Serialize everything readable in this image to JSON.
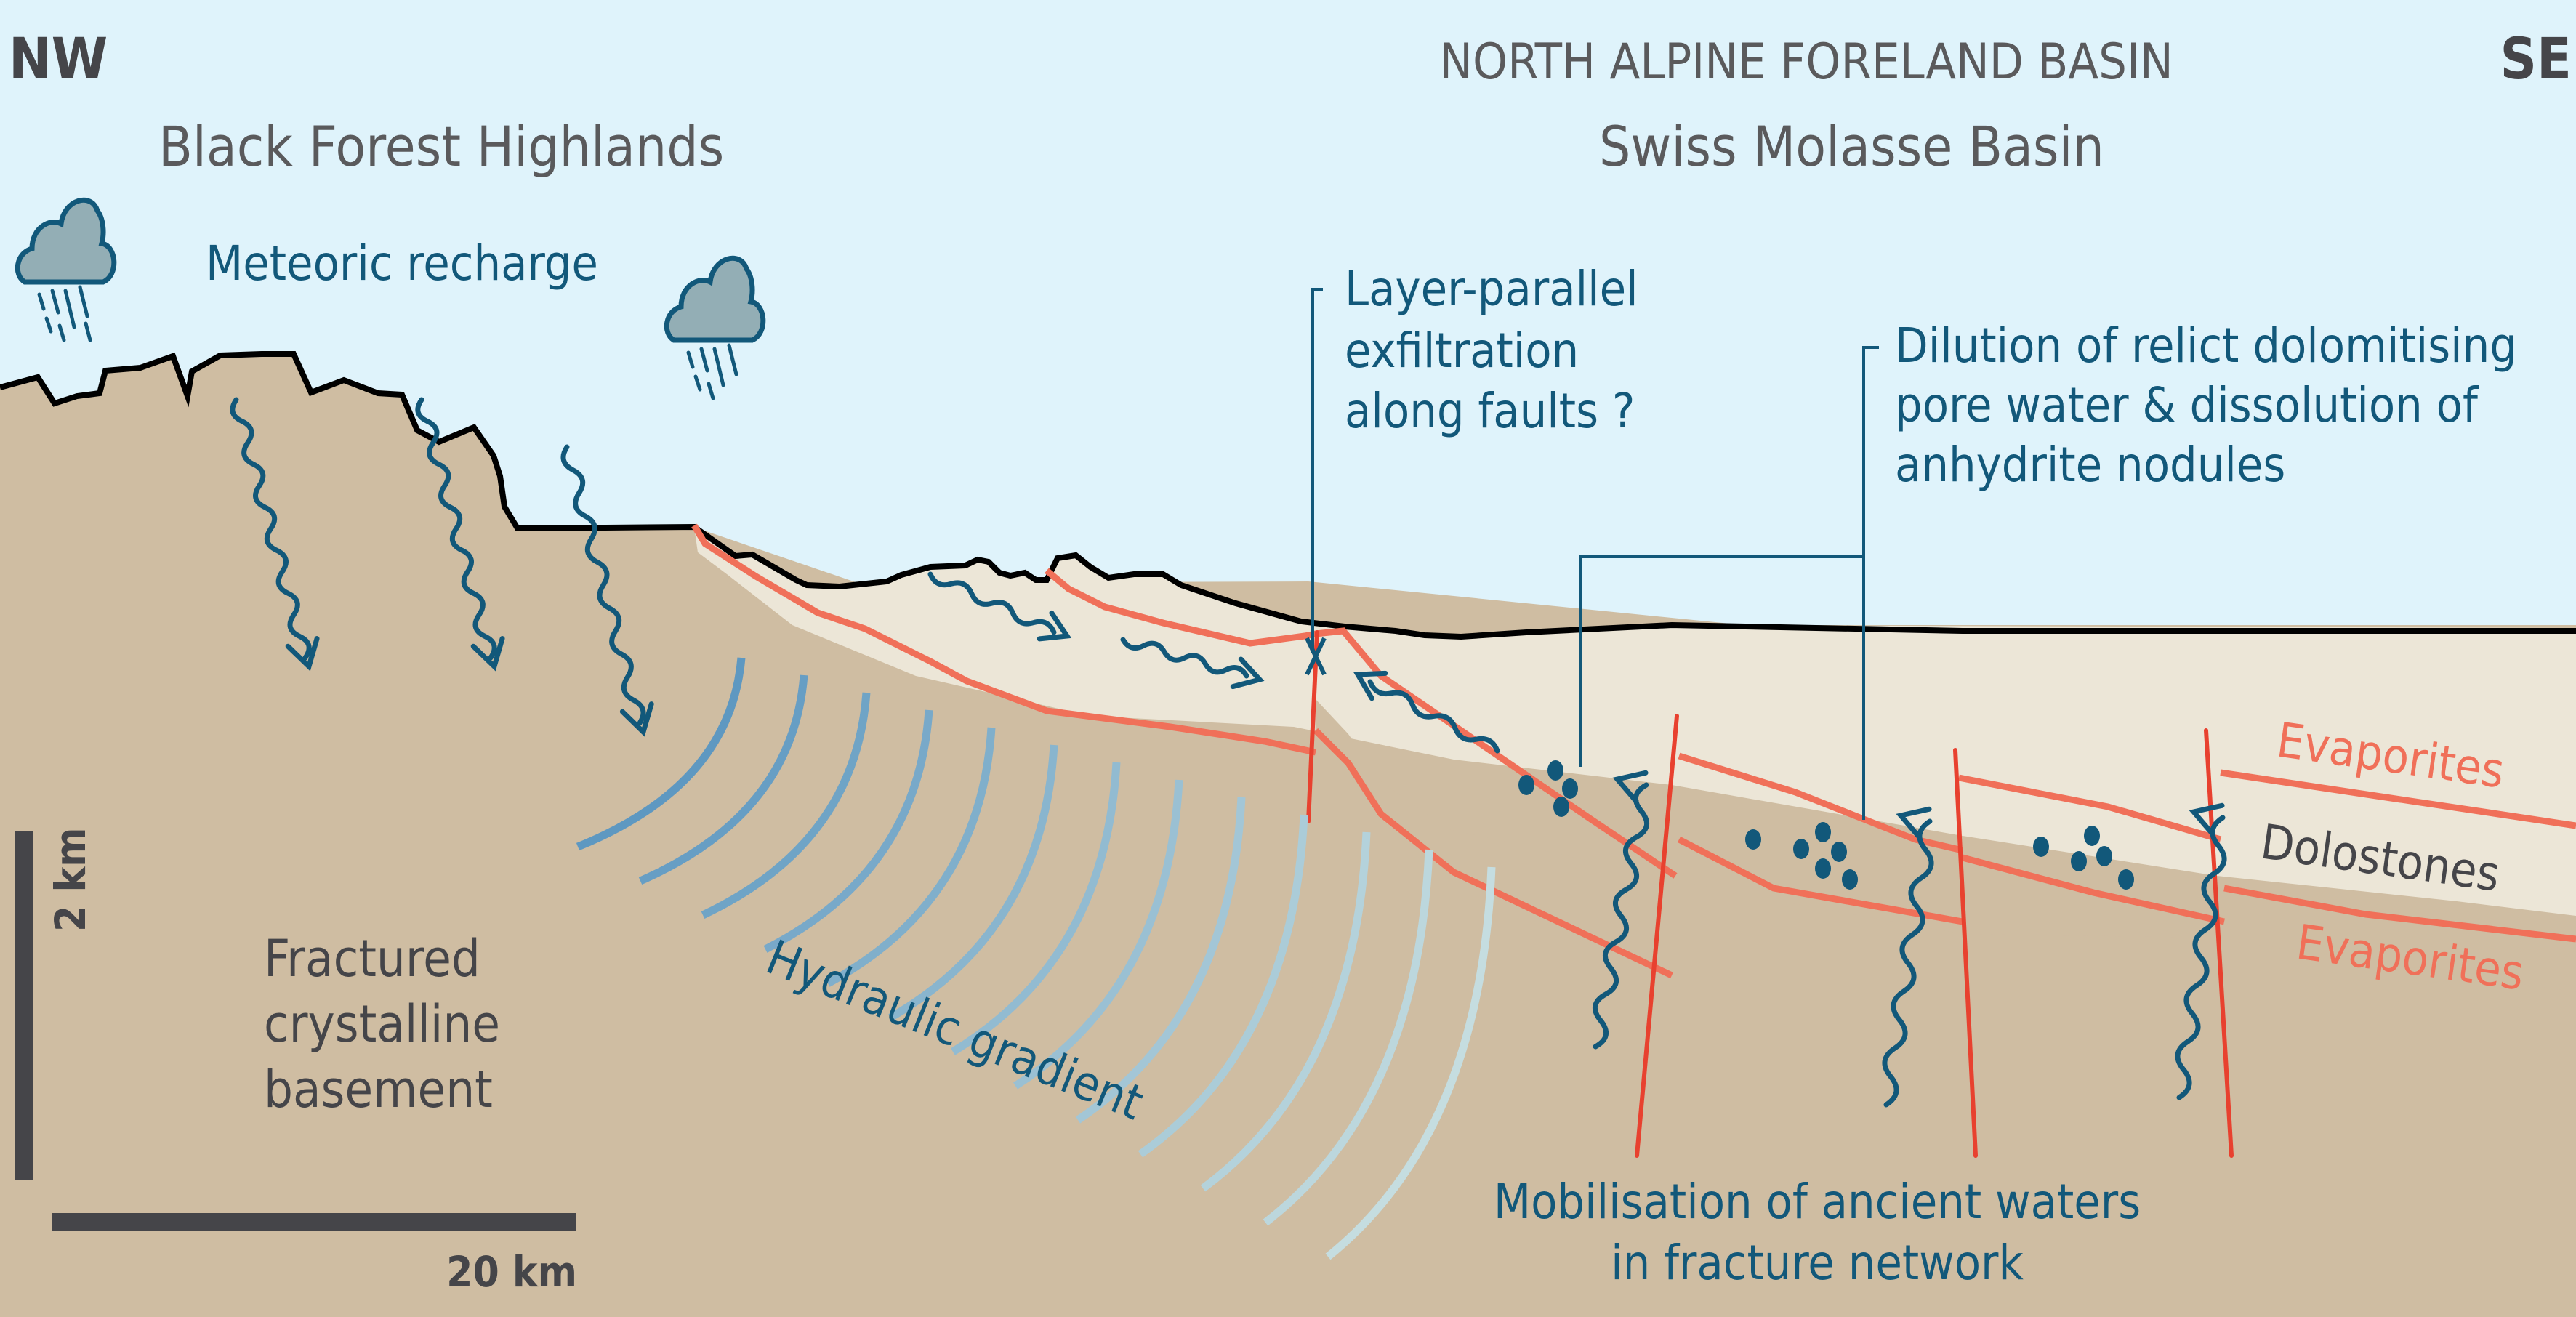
{
  "orientation": {
    "left": "NW",
    "right": "SE"
  },
  "headers": {
    "basin_title": "NORTH ALPINE FORELAND BASIN",
    "left_region": "Black Forest Highlands",
    "right_region": "Swiss Molasse Basin"
  },
  "annotations": {
    "meteoric_recharge": "Meteoric recharge",
    "layer_parallel": [
      "Layer-parallel",
      "exfiltration",
      "along faults ?"
    ],
    "dilution": [
      "Dilution of relict dolomitising",
      "pore water & dissolution of",
      "anhydrite nodules"
    ],
    "hydraulic_gradient": "Hydraulic gradient",
    "mobilisation": [
      "Mobilisation of ancient waters",
      "in fracture network"
    ],
    "basement": [
      "Fractured",
      "crystalline",
      "basement"
    ]
  },
  "layers": {
    "evaporites_top": "Evaporites",
    "dolostones": "Dolostones",
    "evaporites_bottom": "Evaporites"
  },
  "scale": {
    "vertical": "2 km",
    "horizontal": "20 km"
  },
  "icons": [
    "rain-cloud-icon",
    "rain-cloud-icon"
  ],
  "colors": {
    "sky": "#dff3fb",
    "basement": "#cfbda2",
    "sediment": "#ece6d7",
    "layer_line": "#f07059",
    "fault": "#e8412f",
    "flow": "#12587a",
    "text_dark": "#454549",
    "text_grey": "#5a5a5c",
    "gradient_dark": "#5e98c1",
    "gradient_light": "#c5dde0",
    "cloud_fill": "#93aeb5"
  }
}
